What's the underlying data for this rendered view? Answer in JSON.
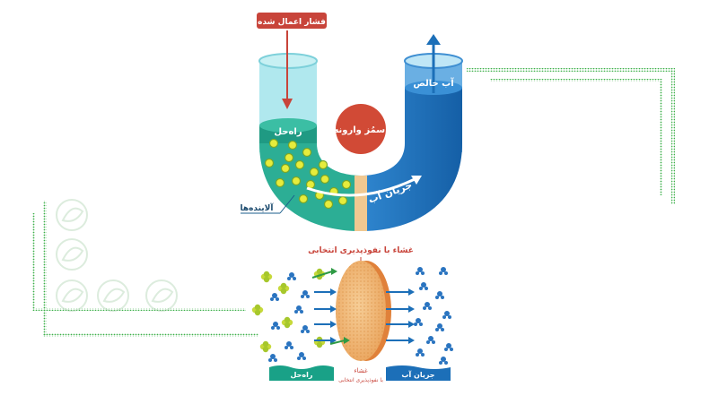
{
  "top_diagram": {
    "applied_pressure": "فشار اعمال شده",
    "pure_water": "آب خالص",
    "solution": "راه‌حل",
    "reverse_osmosis": "اسمُز وارونه",
    "water_flow": "جریان آب",
    "contaminants": "آلاینده‌ها"
  },
  "bottom_diagram": {
    "membrane_title": "غشاء با نفوذپذیری انتخابی",
    "solution_bar": "راه‌حل",
    "water_flow_bar": "جریان آب",
    "membrane_label_line1": "غشاء",
    "membrane_label_line2": "با نفوذپذیری انتخابی"
  },
  "colors": {
    "tube_light": "#6fd3dd",
    "tube_dark": "#1c6fb8",
    "teal": "#19a187",
    "membrane": "#f1b878",
    "pressure_red": "#c8443a",
    "dot_green": "#5aa845",
    "water_blue": "#2a74c0"
  }
}
